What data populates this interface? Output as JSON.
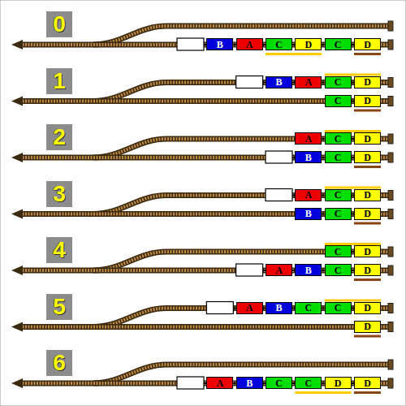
{
  "diagram": {
    "nodes": [
      {
        "text": [
          "0"
        ]
      },
      {
        "text": [
          "B"
        ]
      },
      {
        "text": [
          "A"
        ]
      },
      {
        "text": [
          "C"
        ]
      },
      {
        "text": [
          "D"
        ]
      },
      {
        "text": [
          "C"
        ]
      },
      {
        "text": [
          "D"
        ]
      },
      {
        "text": [
          "1"
        ]
      },
      {
        "text": [
          "B"
        ]
      },
      {
        "text": [
          "A"
        ]
      },
      {
        "text": [
          "C"
        ]
      },
      {
        "text": [
          "D"
        ]
      },
      {
        "text": [
          "C"
        ]
      },
      {
        "text": [
          "D"
        ]
      },
      {
        "text": [
          "2"
        ]
      },
      {
        "text": [
          "A"
        ]
      },
      {
        "text": [
          "C"
        ]
      },
      {
        "text": [
          "D"
        ]
      },
      {
        "text": [
          "B"
        ]
      },
      {
        "text": [
          "C"
        ]
      },
      {
        "text": [
          "D"
        ]
      },
      {
        "text": [
          "3"
        ]
      },
      {
        "text": [
          "A"
        ]
      },
      {
        "text": [
          "C"
        ]
      },
      {
        "text": [
          "D"
        ]
      },
      {
        "text": [
          "B"
        ]
      },
      {
        "text": [
          "C"
        ]
      },
      {
        "text": [
          "D"
        ]
      },
      {
        "text": [
          "4"
        ]
      },
      {
        "text": [
          "C"
        ]
      },
      {
        "text": [
          "D"
        ]
      },
      {
        "text": [
          "A"
        ]
      },
      {
        "text": [
          "B"
        ]
      },
      {
        "text": [
          "C"
        ]
      },
      {
        "text": [
          "D"
        ]
      },
      {
        "text": [
          "5"
        ]
      },
      {
        "text": [
          "A"
        ]
      },
      {
        "text": [
          "B"
        ]
      },
      {
        "text": [
          "C"
        ]
      },
      {
        "text": [
          "C"
        ]
      },
      {
        "text": [
          "D"
        ]
      },
      {
        "text": [
          "D"
        ]
      },
      {
        "text": [
          "6"
        ]
      },
      {
        "text": [
          "A"
        ]
      },
      {
        "text": [
          "B"
        ]
      },
      {
        "text": [
          "C"
        ]
      },
      {
        "text": [
          "C"
        ]
      },
      {
        "text": [
          "D"
        ]
      },
      {
        "text": [
          "D"
        ]
      }
    ]
  }
}
